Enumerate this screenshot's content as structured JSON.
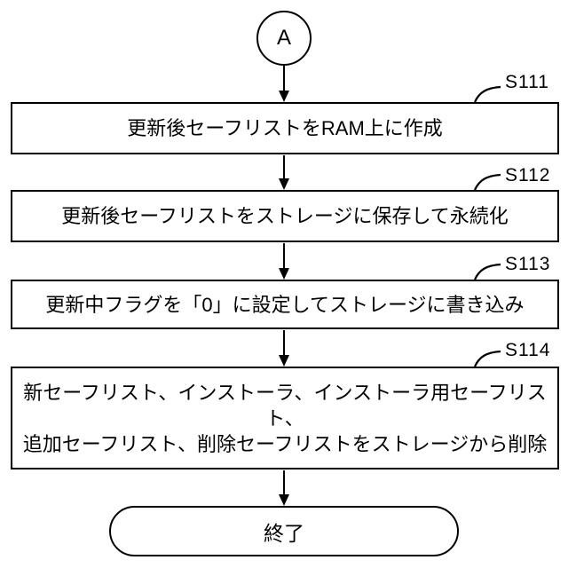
{
  "figure": {
    "connector": {
      "label": "A"
    },
    "steps": [
      {
        "label": "S111",
        "lines": [
          "更新後セーフリストをRAM上に作成"
        ]
      },
      {
        "label": "S112",
        "lines": [
          "更新後セーフリストをストレージに保存して永続化"
        ]
      },
      {
        "label": "S113",
        "lines": [
          "更新中フラグを「0」に設定してストレージに書き込み"
        ]
      },
      {
        "label": "S114",
        "lines": [
          "新セーフリスト、インストーラ、インストーラ用セーフリスト、",
          "追加セーフリスト、削除セーフリストをストレージから削除"
        ]
      }
    ],
    "terminator": {
      "label": "終了"
    },
    "colors": {
      "line": "#000000",
      "background": "#ffffff",
      "text": "#000000"
    }
  }
}
